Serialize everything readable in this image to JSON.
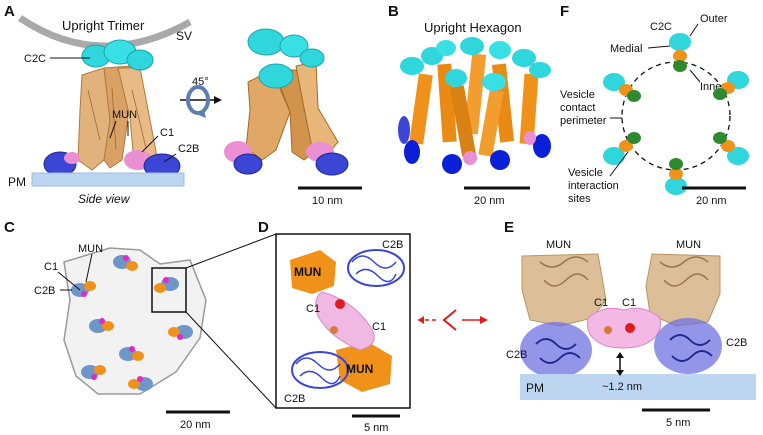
{
  "panels": {
    "a": {
      "letter": "A",
      "title": "Upright Trimer",
      "sv": "SV",
      "c2c": "C2C",
      "rotation": "45°",
      "mun": "MUN",
      "c1": "C1",
      "c2b": "C2B",
      "pm": "PM",
      "side_view": "Side view",
      "scale": "10 nm"
    },
    "b": {
      "letter": "B",
      "title": "Upright Hexagon",
      "scale": "20 nm"
    },
    "c": {
      "letter": "C",
      "mun": "MUN",
      "c1": "C1",
      "c2b": "C2B",
      "scale": "20 nm"
    },
    "d": {
      "letter": "D",
      "mun_top": "MUN",
      "mun_bottom": "MUN",
      "c1_left": "C1",
      "c1_right": "C1",
      "c2b_top": "C2B",
      "c2b_bottom": "C2B",
      "scale": "5 nm"
    },
    "e": {
      "letter": "E",
      "mun_left": "MUN",
      "mun_right": "MUN",
      "c1_left": "C1",
      "c1_right": "C1",
      "c2b_left": "C2B",
      "c2b_right": "C2B",
      "pm": "PM",
      "distance": "~1.2 nm",
      "scale": "5 nm"
    },
    "f": {
      "letter": "F",
      "c2c": "C2C",
      "outer": "Outer",
      "medial": "Medial",
      "inner": "Inner",
      "vesicle_contact_1": "Vesicle",
      "vesicle_contact_2": "contact",
      "vesicle_contact_3": "perimeter",
      "vesicle_int_1": "Vesicle",
      "vesicle_int_2": "interaction",
      "vesicle_int_3": "sites",
      "scale": "20 nm"
    }
  },
  "colors": {
    "cyan": "#2fd6dc",
    "orange": "#f0921a",
    "tan": "#e2b27c",
    "blue": "#3b45d6",
    "pink": "#ea8fd3",
    "magenta": "#e029c9",
    "green": "#2f8a2f",
    "pm": "#bcd6f1",
    "red": "#e01b1b"
  }
}
